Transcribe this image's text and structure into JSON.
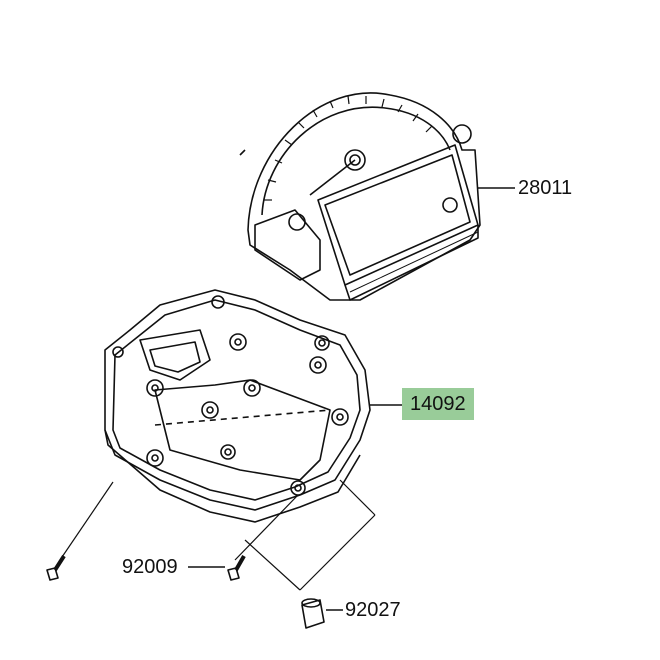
{
  "parts": [
    {
      "number": "28011",
      "highlighted": false
    },
    {
      "number": "14092",
      "highlighted": true
    },
    {
      "number": "92009",
      "highlighted": false
    },
    {
      "number": "92027",
      "highlighted": false
    }
  ],
  "colors": {
    "highlight": "#99cc99",
    "line": "#111111"
  }
}
